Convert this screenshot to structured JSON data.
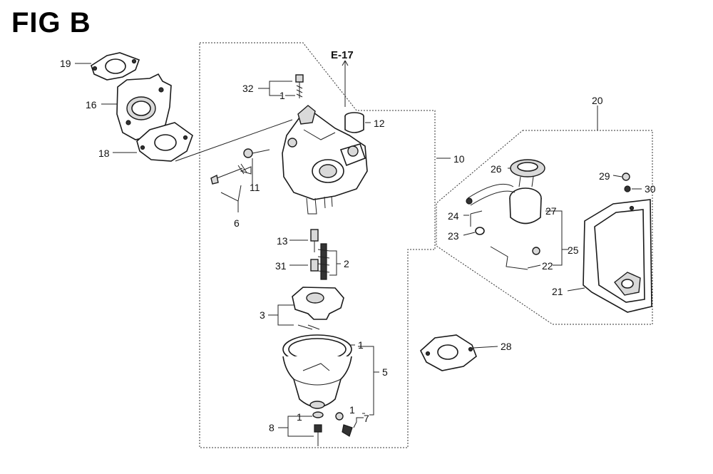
{
  "figure": {
    "title": "FIG B",
    "reference": "E-17"
  },
  "callouts": [
    "1",
    "2",
    "3",
    "5",
    "6",
    "7",
    "8",
    "10",
    "11",
    "12",
    "13",
    "16",
    "18",
    "19",
    "20",
    "21",
    "22",
    "23",
    "24",
    "25",
    "26",
    "27",
    "28",
    "29",
    "30",
    "31",
    "32"
  ],
  "style": {
    "line_color": "#222222",
    "part_fill": "#ffffff",
    "shade_fill": "#d9d9d9"
  }
}
